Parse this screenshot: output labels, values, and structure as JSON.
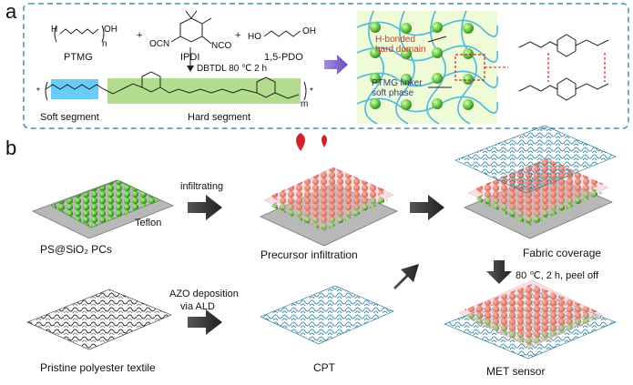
{
  "panel_a": {
    "letter": "a",
    "reagents": {
      "ptmg": "PTMG",
      "ipdi": "IPDI",
      "pdo": "1,5-PDO",
      "plus": "+",
      "ocn": "OCN",
      "nco": "NCO",
      "oh": "OH",
      "ho": "HO",
      "h": "H",
      "n": "n"
    },
    "conditions": "DBTDL  80 ℃  2 h",
    "segments": {
      "soft": "Soft segment",
      "hard": "Hard segment",
      "m": "m",
      "star": "*"
    },
    "network": {
      "hbond_label": "H-bonded hard domain",
      "linker_label": "PTMG linker soft phase"
    }
  },
  "panel_b": {
    "letter": "b",
    "steps": {
      "ps_sio2": "PS@SiO₂ PCs",
      "teflon": "Teflon",
      "infiltrating": "infiltrating",
      "precursor": "Precursor infiltration",
      "fabric_coverage": "Fabric coverage",
      "conditions": "80 ℃, 2 h, peel off",
      "textile": "Pristine polyester textile",
      "azo_line1": "AZO deposition",
      "azo_line2": "via ALD",
      "cpt": "CPT",
      "met": "MET sensor"
    }
  },
  "colors": {
    "frame": "#4a8fa6",
    "soft_highlight": "#4fc3f7",
    "hard_highlight": "#a5d67a",
    "sphere_green": "#5cc23c",
    "sphere_orange": "#e8622e",
    "infiltrate_pink": "#f2b8c6",
    "textile_dark": "#3a3a3a",
    "textile_blue": "#2f9fc7",
    "drop_red": "#d2232a",
    "arrow_purple": "#7b5fc9"
  }
}
